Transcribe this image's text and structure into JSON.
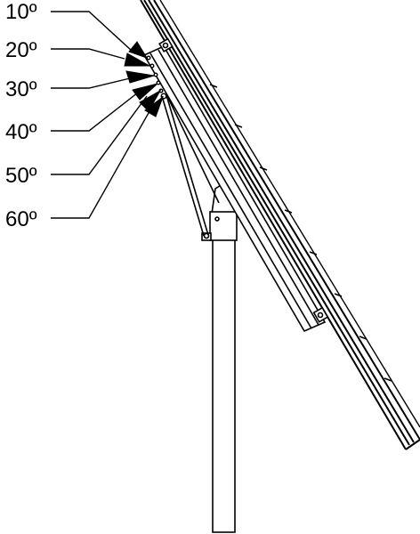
{
  "colors": {
    "line": "#000000",
    "background": "#ffffff"
  },
  "angle_labels": [
    {
      "text": "10º"
    },
    {
      "text": "20º"
    },
    {
      "text": "30º"
    },
    {
      "text": "40º"
    },
    {
      "text": "50º"
    },
    {
      "text": "60º"
    }
  ]
}
